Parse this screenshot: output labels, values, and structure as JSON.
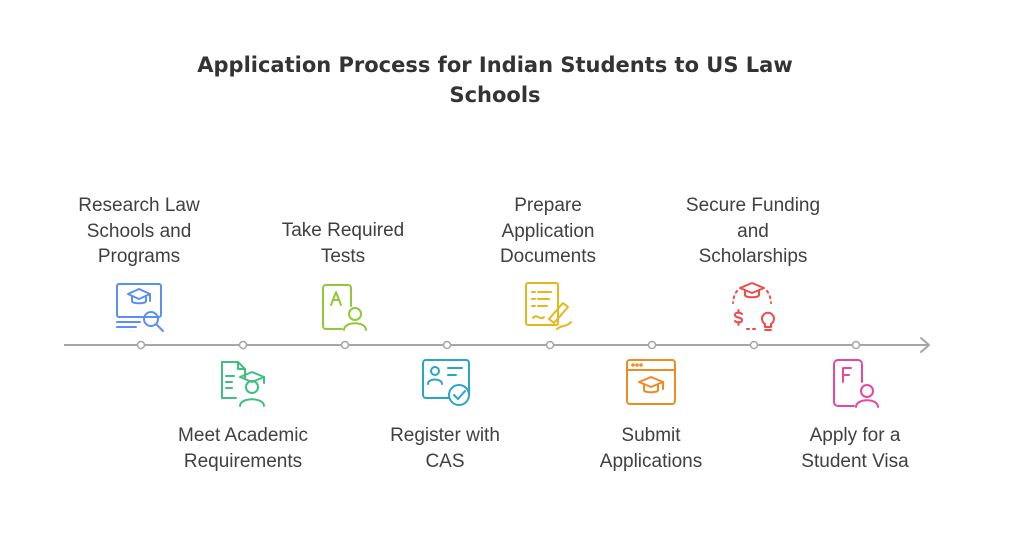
{
  "title_lines": [
    "Application Process for Indian Students to US Law",
    "Schools"
  ],
  "axis_color": "#a6a6a6",
  "steps": [
    {
      "lines": [
        "Research Law",
        "Schools and",
        "Programs"
      ],
      "position": "above",
      "icon": "graduation-search-icon",
      "color": "#5b8ff0"
    },
    {
      "lines": [
        "Meet Academic",
        "Requirements"
      ],
      "position": "below",
      "icon": "document-graduate-icon",
      "color": "#3fbf7f"
    },
    {
      "lines": [
        "Take Required",
        "Tests"
      ],
      "position": "above",
      "icon": "test-taker-icon",
      "color": "#8fc93a"
    },
    {
      "lines": [
        "Register with",
        "CAS"
      ],
      "position": "below",
      "icon": "registration-card-check-icon",
      "color": "#2aa4c7"
    },
    {
      "lines": [
        "Prepare",
        "Application",
        "Documents"
      ],
      "position": "above",
      "icon": "document-signing-icon",
      "color": "#e6b71c"
    },
    {
      "lines": [
        "Submit",
        "Applications"
      ],
      "position": "below",
      "icon": "browser-graduation-icon",
      "color": "#f08a24"
    },
    {
      "lines": [
        "Secure Funding",
        "and",
        "Scholarships"
      ],
      "position": "above",
      "icon": "funding-cycle-icon",
      "color": "#ef4b4b"
    },
    {
      "lines": [
        "Apply for a",
        "Student Visa"
      ],
      "position": "below",
      "icon": "visa-document-person-icon",
      "color": "#e8479a"
    }
  ]
}
